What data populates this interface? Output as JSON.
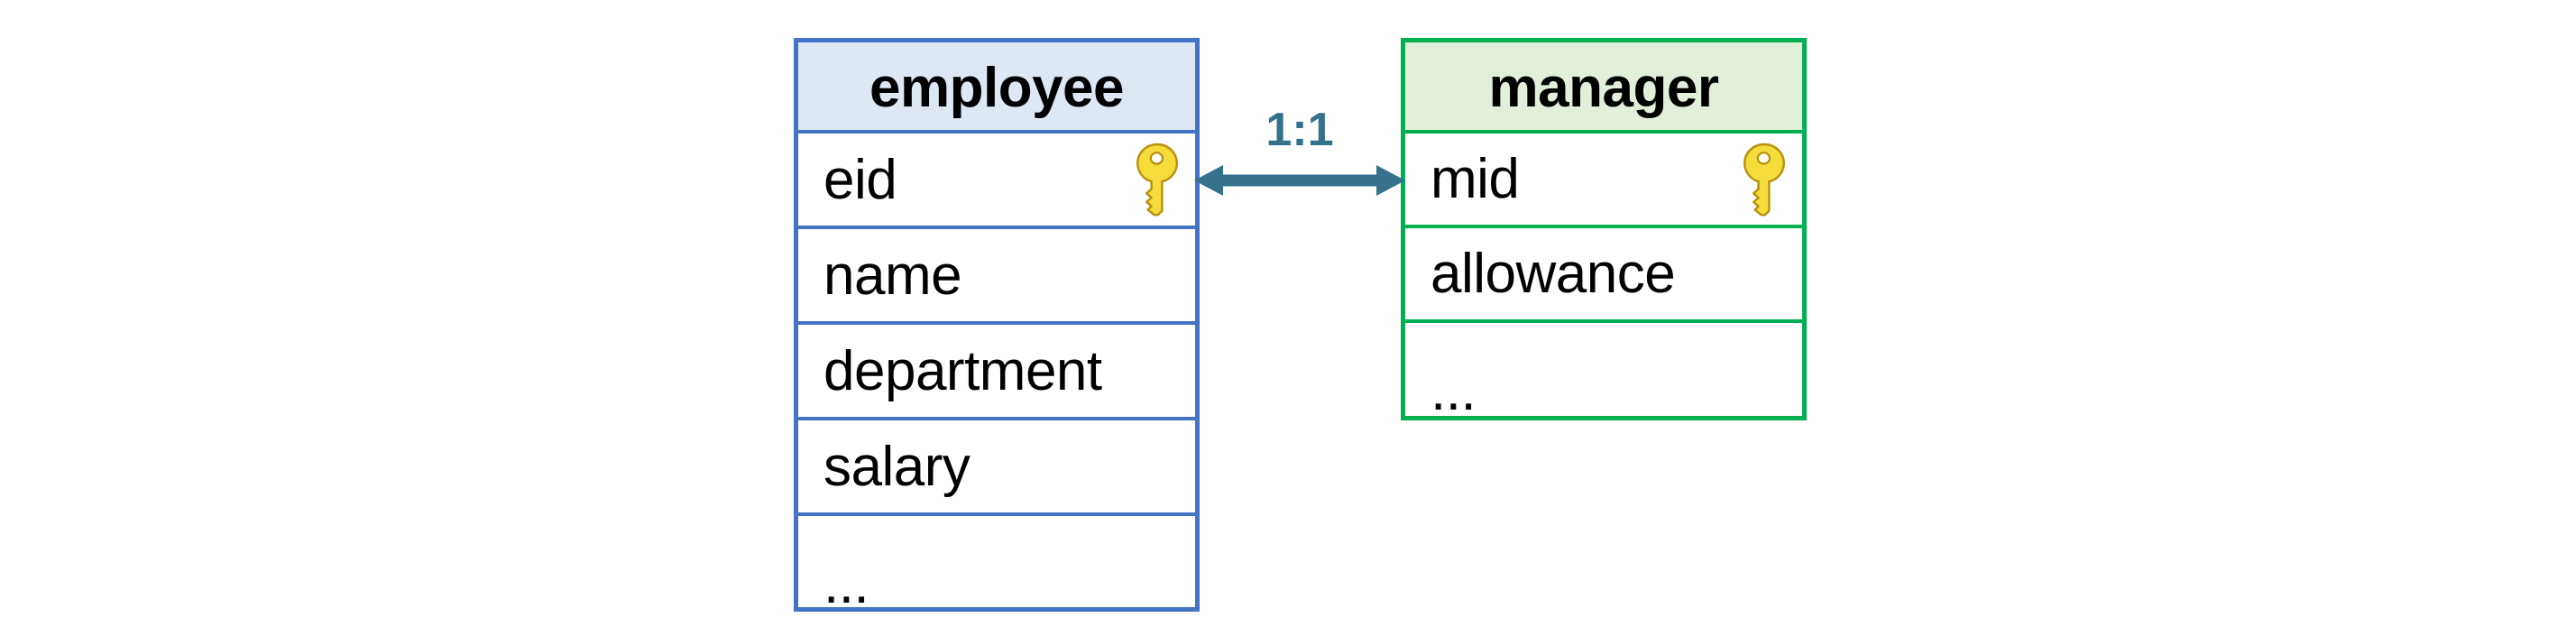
{
  "diagram": {
    "type": "entity-relationship",
    "background": "#ffffff",
    "entities": [
      {
        "name": "employee",
        "accent_color": "#4472C4",
        "header_fill": "#DEE8F5",
        "attributes": [
          {
            "label": "eid",
            "primary_key": true,
            "icon": "key-icon"
          },
          {
            "label": "name",
            "primary_key": false
          },
          {
            "label": "department",
            "primary_key": false
          },
          {
            "label": "salary",
            "primary_key": false
          },
          {
            "label": "...",
            "primary_key": false
          }
        ]
      },
      {
        "name": "manager",
        "accent_color": "#00B050",
        "header_fill": "#E2EFDA",
        "attributes": [
          {
            "label": "mid",
            "primary_key": true,
            "icon": "key-icon"
          },
          {
            "label": "allowance",
            "primary_key": false
          },
          {
            "label": "...",
            "primary_key": false
          }
        ]
      }
    ],
    "relationship": {
      "cardinality": "1:1",
      "from": "employee.eid",
      "to": "manager.mid",
      "line_color": "#35718C",
      "arrow_style": "double-headed"
    }
  }
}
